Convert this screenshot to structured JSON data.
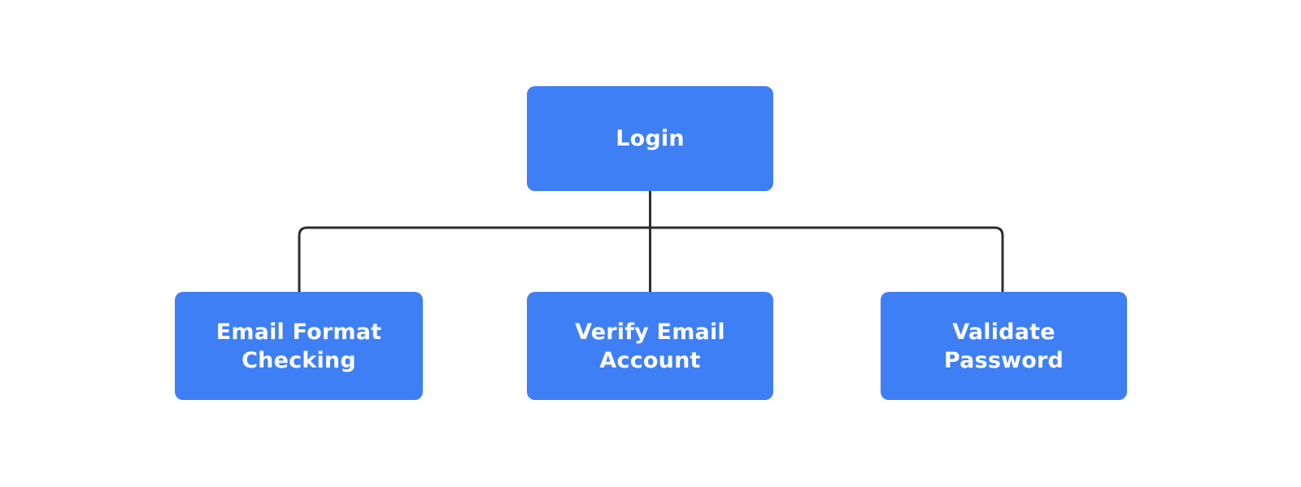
{
  "diagram": {
    "nodes": [
      {
        "id": "login",
        "label": "Login"
      },
      {
        "id": "email-format-checking",
        "label": "Email Format Checking"
      },
      {
        "id": "verify-email-account",
        "label": "Verify Email Account"
      },
      {
        "id": "validate-password",
        "label": "Validate Password"
      }
    ],
    "edges": [
      {
        "from": "login",
        "to": "email-format-checking"
      },
      {
        "from": "login",
        "to": "verify-email-account"
      },
      {
        "from": "login",
        "to": "validate-password"
      }
    ],
    "colors": {
      "node_fill": "#3e7ff5",
      "node_text": "#ffffff",
      "connector": "#2d2d2d",
      "background": "#ffffff"
    }
  }
}
